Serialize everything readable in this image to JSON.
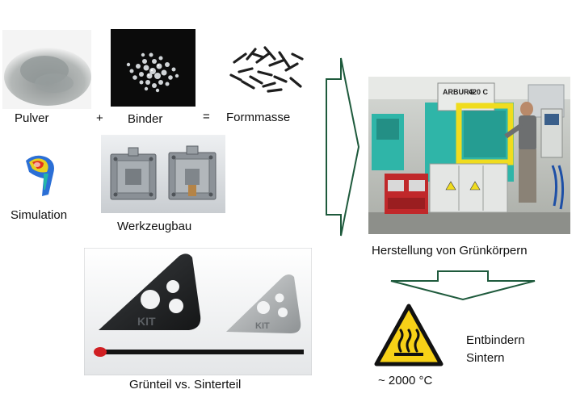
{
  "ingredients": {
    "powder_label": "Pulver",
    "plus_sign": "+",
    "binder_label": "Binder",
    "equals_sign": "=",
    "feedstock_label": "Formmasse"
  },
  "steps": {
    "simulation_label": "Simulation",
    "toolmaking_label": "Werkzeugbau",
    "green_production_label": "Herstellung von Grünkörpern",
    "comparison_label": "Grünteil vs. Sinterteil"
  },
  "machine": {
    "brand_text": "ARBURG",
    "model_text": "420 C"
  },
  "parts": {
    "logo_text": "KIT"
  },
  "post": {
    "debind_label": "Entbindern",
    "sinter_label": "Sintern",
    "temperature_label": "~ 2000 °C"
  },
  "colors": {
    "arrow_outline": "#1e5a3c",
    "warning_yellow": "#f7d117",
    "machine_teal": "#2fb5a8",
    "machine_yellow": "#f0dc1e",
    "control_red": "#c0282a"
  },
  "icons": {
    "big_arrow": "right-arrow-icon",
    "down_arrow": "down-arrow-icon",
    "warning": "hot-surface-warning-icon"
  }
}
